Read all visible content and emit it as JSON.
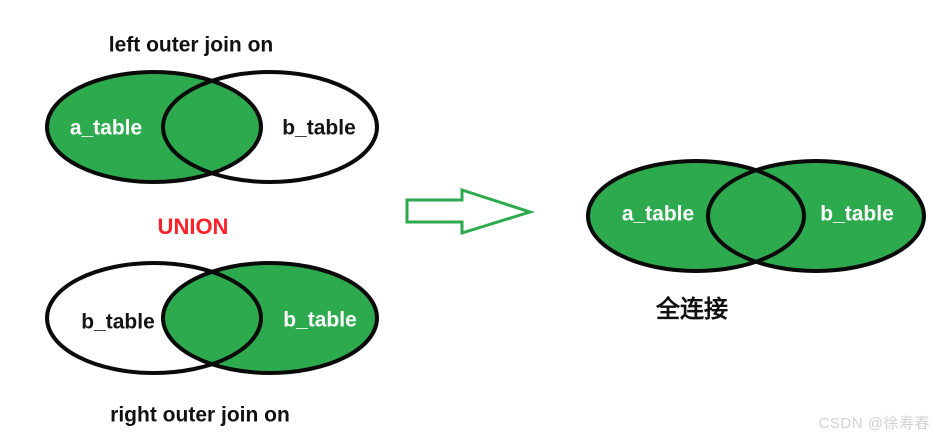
{
  "colors": {
    "green_fill": "#2eaa4e",
    "ellipse_outline": "#0a0a0a",
    "union_red": "#fb2329",
    "label_on_green": "#ffffff",
    "label_on_white": "#141414",
    "watermark_gray": "#d2d2d2",
    "background": "#ffffff"
  },
  "left_join": {
    "title": "left outer join on",
    "a_label": "a_table",
    "b_label": "b_table"
  },
  "union": {
    "label": "UNION"
  },
  "right_join": {
    "title": "right outer join on",
    "a_label": "b_table",
    "b_label": "b_table"
  },
  "full_join": {
    "caption": "全连接",
    "a_label": "a_table",
    "b_label": "b_table"
  },
  "arrow": {
    "icon": "right-arrow"
  },
  "watermark": {
    "text": "CSDN @徐寿春"
  }
}
